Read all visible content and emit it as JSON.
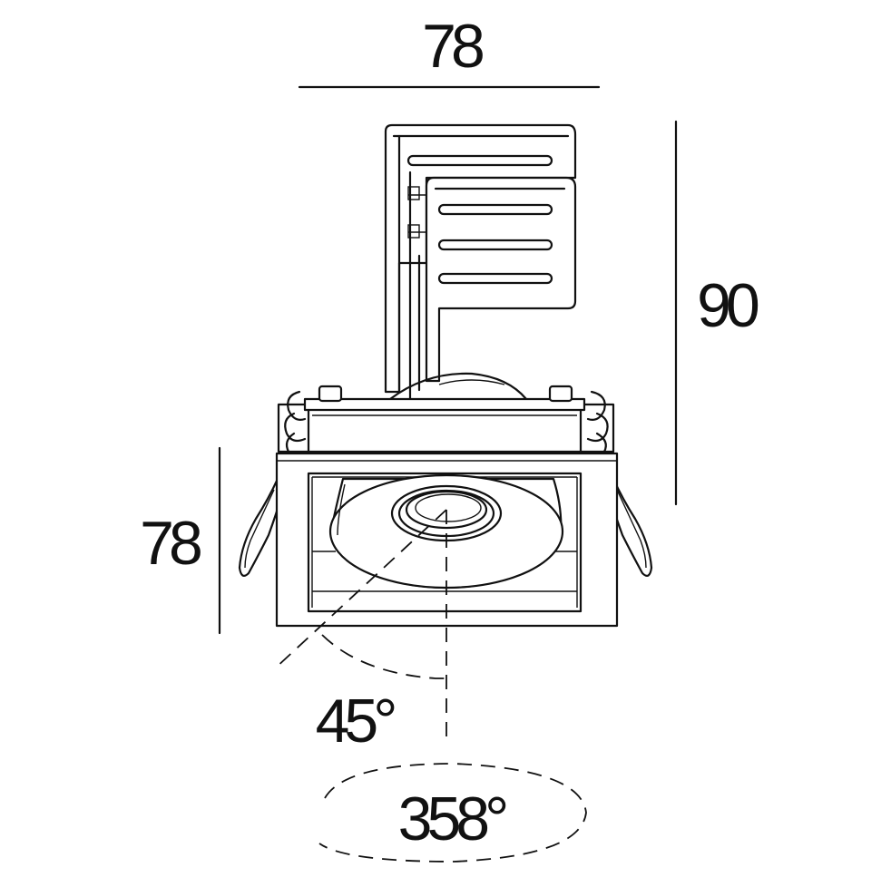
{
  "dimensions": {
    "top_width": "78",
    "right_height": "90",
    "left_height": "78",
    "tilt_angle": "45°",
    "rotation_angle": "358°"
  },
  "colors": {
    "line": "#111111",
    "background": "#ffffff"
  }
}
